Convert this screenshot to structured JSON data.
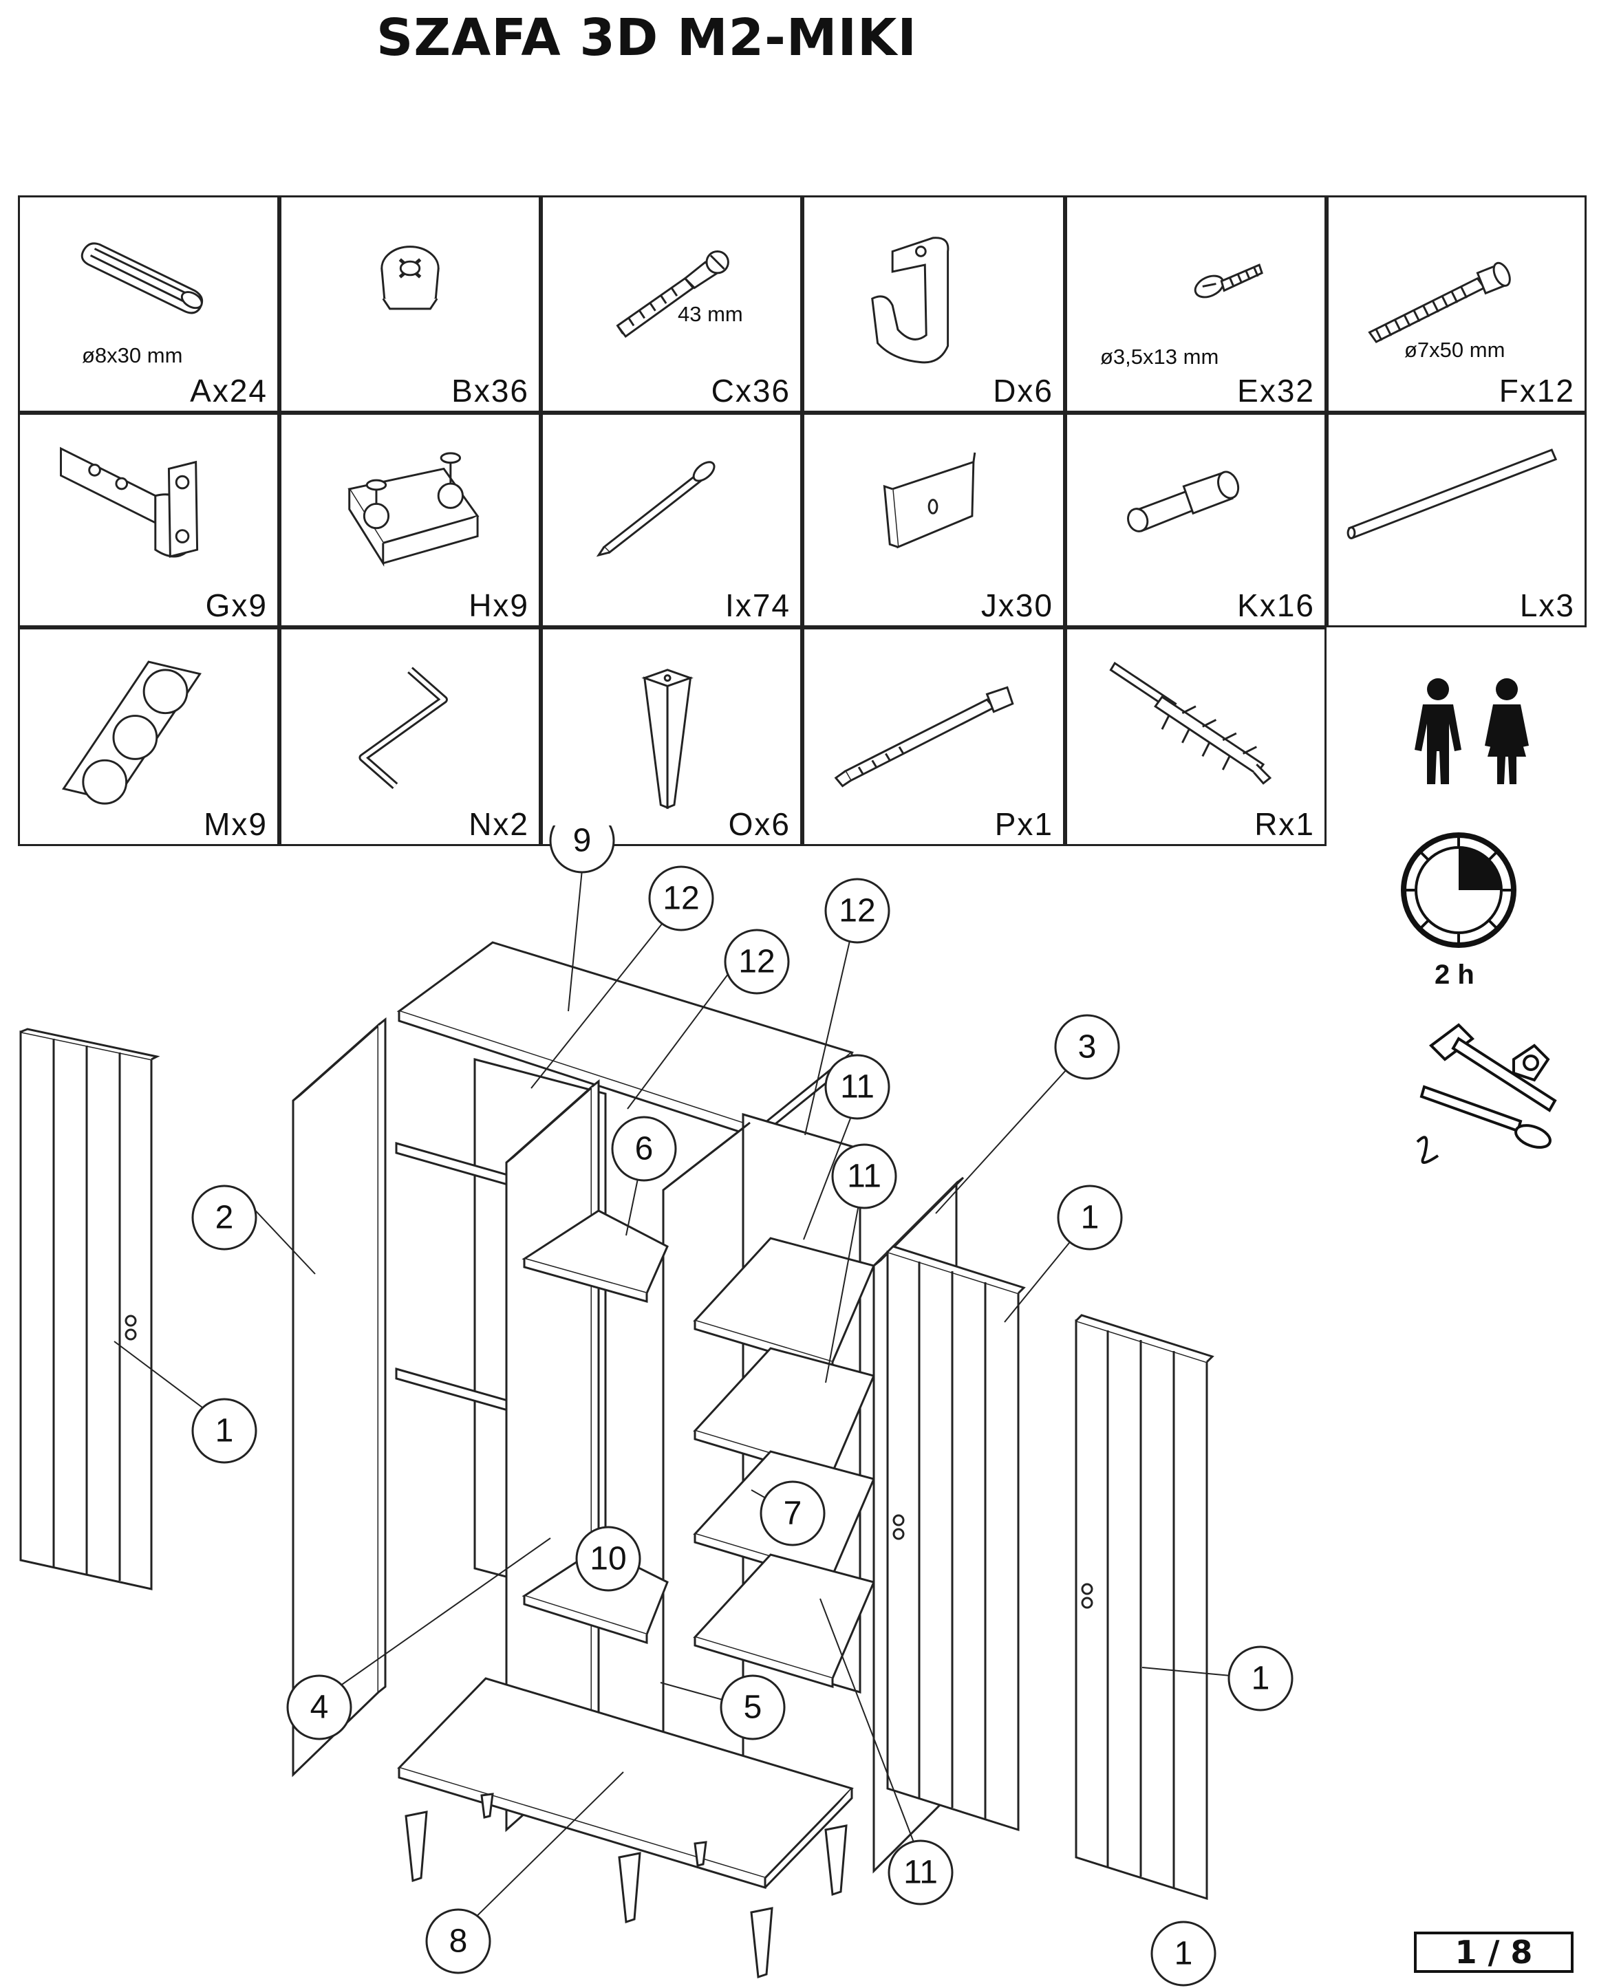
{
  "title": "SZAFA 3D M2-MIKI",
  "hardware": [
    {
      "id": "A",
      "label": "Ax24",
      "dim": "ø8x30 mm",
      "icon": "wooden-dowel-icon"
    },
    {
      "id": "B",
      "label": "Bx36",
      "dim": "",
      "icon": "cam-lock-icon"
    },
    {
      "id": "C",
      "label": "Cx36",
      "dim": "43 mm",
      "icon": "cam-bolt-icon"
    },
    {
      "id": "D",
      "label": "Dx6",
      "dim": "",
      "icon": "rail-holder-icon"
    },
    {
      "id": "E",
      "label": "Ex32",
      "dim": "ø3,5x13 mm",
      "icon": "screw-icon"
    },
    {
      "id": "F",
      "label": "Fx12",
      "dim": "ø7x50 mm",
      "icon": "confirmat-screw-icon"
    },
    {
      "id": "G",
      "label": "Gx9",
      "dim": "",
      "icon": "hinge-icon"
    },
    {
      "id": "H",
      "label": "Hx9",
      "dim": "",
      "icon": "hinge-plate-icon"
    },
    {
      "id": "I",
      "label": "Ix74",
      "dim": "",
      "icon": "nail-icon"
    },
    {
      "id": "J",
      "label": "Jx30",
      "dim": "",
      "icon": "bracket-icon"
    },
    {
      "id": "K",
      "label": "Kx16",
      "dim": "",
      "icon": "shelf-pin-icon"
    },
    {
      "id": "L",
      "label": "Lx3",
      "dim": "",
      "icon": "hanging-rail-icon"
    },
    {
      "id": "M",
      "label": "Mx9",
      "dim": "",
      "icon": "cover-caps-icon"
    },
    {
      "id": "N",
      "label": "Nx2",
      "dim": "",
      "icon": "allen-key-icon"
    },
    {
      "id": "O",
      "label": "Ox6",
      "dim": "",
      "icon": "furniture-leg-icon"
    },
    {
      "id": "P",
      "label": "Px1",
      "dim": "",
      "icon": "anti-tip-strap-icon"
    },
    {
      "id": "R",
      "label": "Rx1",
      "dim": "",
      "icon": "wall-plug-icon"
    }
  ],
  "info": {
    "persons_icon": "two-persons-icon",
    "time": "2 h",
    "tools_icon": "tools-icon"
  },
  "callouts": [
    "9",
    "12",
    "12",
    "12",
    "11",
    "11",
    "6",
    "3",
    "2",
    "1",
    "1",
    "1",
    "1",
    "7",
    "10",
    "4",
    "5",
    "11",
    "8"
  ],
  "page": "1 / 8"
}
